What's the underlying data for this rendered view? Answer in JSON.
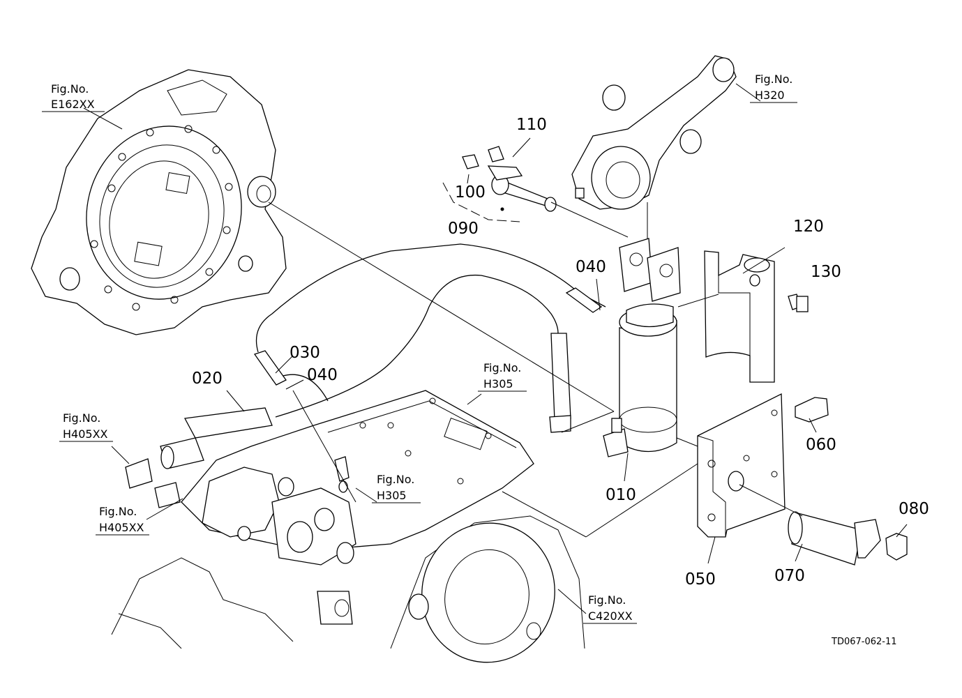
{
  "diagram": {
    "part_labels": [
      "110",
      "100",
      "090",
      "040",
      "120",
      "130",
      "030",
      "040",
      "020",
      "060",
      "010",
      "050",
      "070",
      "080"
    ],
    "figure_refs": [
      {
        "caption": "Fig.No.",
        "code": "E162XX"
      },
      {
        "caption": "Fig.No.",
        "code": "H320"
      },
      {
        "caption": "Fig.No.",
        "code": "H305"
      },
      {
        "caption": "Fig.No.",
        "code": "H305"
      },
      {
        "caption": "Fig.No.",
        "code": "H405XX"
      },
      {
        "caption": "Fig.No.",
        "code": "H405XX"
      },
      {
        "caption": "Fig.No.",
        "code": "C420XX"
      }
    ],
    "drawing_code": "TD067-062-11"
  }
}
